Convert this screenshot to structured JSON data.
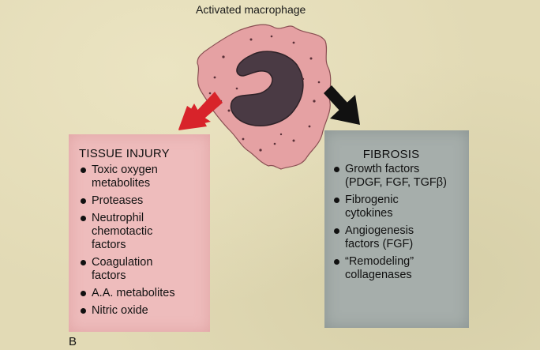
{
  "title": "Activated macrophage",
  "tissue_injury": {
    "heading": "TISSUE INJURY",
    "items": [
      "Toxic oxygen\nmetabolites",
      "Proteases",
      "Neutrophil\nchemotactic\nfactors",
      "Coagulation\nfactors",
      "A.A. metabolites",
      "Nitric oxide"
    ]
  },
  "fibrosis": {
    "heading": "FIBROSIS",
    "items": [
      "Growth factors\n(PDGF, FGF, TGFβ)",
      "Fibrogenic\ncytokines",
      "Angiogenesis\nfactors (FGF)",
      "“Remodeling”\ncollagenases"
    ]
  },
  "panel_label": "B",
  "colors": {
    "left_arrow": "#d8232a",
    "right_arrow": "#111111",
    "cell_fill": "#e5a1a3",
    "nucleus": "#4a3a44"
  }
}
